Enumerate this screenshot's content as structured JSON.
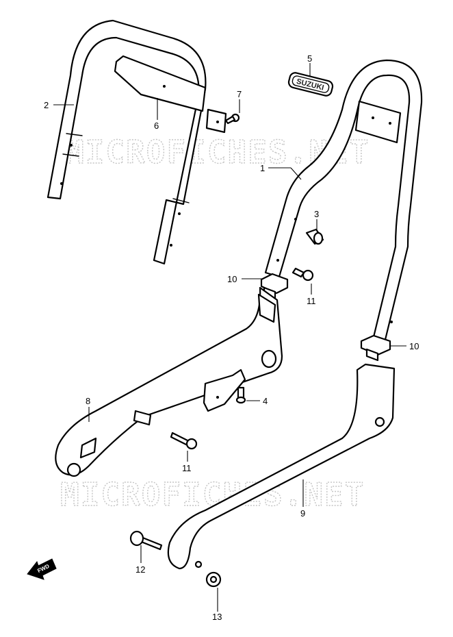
{
  "diagram": {
    "watermark_text": "MICROFICHES.NET",
    "emblem_text": "SUZUKI",
    "direction_label": "FWD",
    "callouts": [
      {
        "id": "c1",
        "label": "1"
      },
      {
        "id": "c2",
        "label": "2"
      },
      {
        "id": "c3",
        "label": "3"
      },
      {
        "id": "c4",
        "label": "4"
      },
      {
        "id": "c5",
        "label": "5"
      },
      {
        "id": "c6",
        "label": "6"
      },
      {
        "id": "c7",
        "label": "7"
      },
      {
        "id": "c8",
        "label": "8"
      },
      {
        "id": "c9",
        "label": "9"
      },
      {
        "id": "c10a",
        "label": "10"
      },
      {
        "id": "c10b",
        "label": "10"
      },
      {
        "id": "c11a",
        "label": "11"
      },
      {
        "id": "c11b",
        "label": "11"
      },
      {
        "id": "c12",
        "label": "12"
      },
      {
        "id": "c13",
        "label": "13"
      }
    ]
  }
}
